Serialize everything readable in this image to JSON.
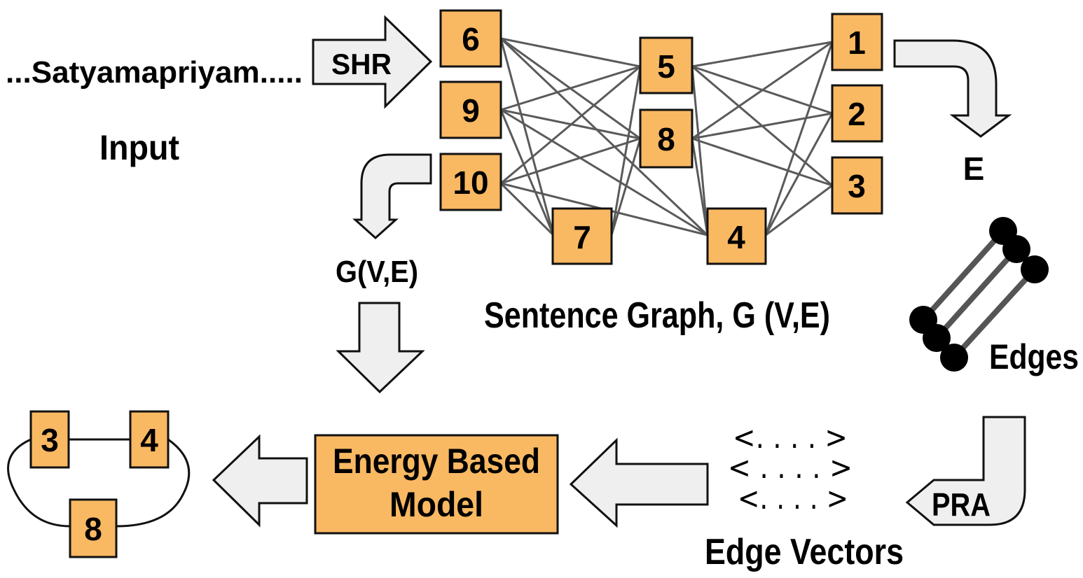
{
  "diagram": {
    "input_text": "...Satyamapriyam.....",
    "input_label": "Input",
    "shr_label": "SHR",
    "graph_label": "G(V,E)",
    "sentence_graph_label": "Sentence Graph, G (V,E)",
    "e_label": "E",
    "edges_label": "Edges",
    "pra_label": "PRA",
    "edge_vectors_label": "Edge Vectors",
    "model_label_line1": "Energy Based",
    "model_label_line2": "Model",
    "vector_rows": [
      "<. . . .  >",
      "<  . . . .  >",
      "<. . . .  >"
    ],
    "nodes": [
      {
        "id": "n6",
        "label": "6"
      },
      {
        "id": "n9",
        "label": "9"
      },
      {
        "id": "n10",
        "label": "10"
      },
      {
        "id": "n7",
        "label": "7"
      },
      {
        "id": "n5",
        "label": "5"
      },
      {
        "id": "n8",
        "label": "8"
      },
      {
        "id": "n4",
        "label": "4"
      },
      {
        "id": "n1",
        "label": "1"
      },
      {
        "id": "n2",
        "label": "2"
      },
      {
        "id": "n3",
        "label": "3"
      }
    ],
    "result_nodes": [
      {
        "id": "r3",
        "label": "3"
      },
      {
        "id": "r4",
        "label": "4"
      },
      {
        "id": "r8",
        "label": "8"
      }
    ],
    "colors": {
      "node_fill": "#F9B862",
      "arrow_fill": "#EFEFEF",
      "edge": "#5a5a5a"
    }
  }
}
